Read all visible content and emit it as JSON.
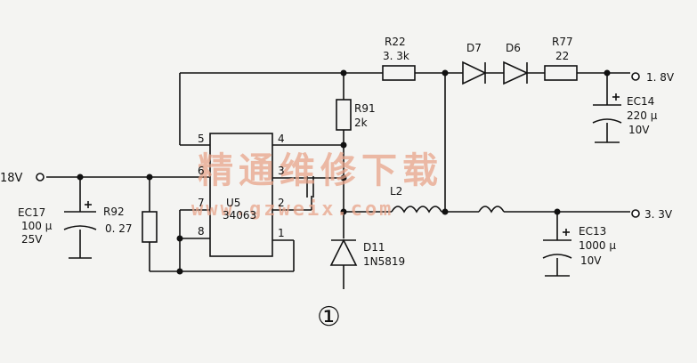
{
  "header_text": "",
  "labels": {
    "input_voltage": "18V",
    "ec17": {
      "ref": "EC17",
      "value": "100 μ",
      "voltage": "25V"
    },
    "r92": {
      "ref": "R92",
      "value": "0. 27"
    },
    "u5": {
      "ref": "U5",
      "part": "34063"
    },
    "pins": [
      "5",
      "4",
      "6",
      "3",
      "7",
      "2",
      "8",
      "1"
    ],
    "r91": {
      "ref": "R91",
      "value": "2k"
    },
    "r22": {
      "ref": "R22",
      "value": "3. 3k"
    },
    "d7": "D7",
    "d6": "D6",
    "r77": {
      "ref": "R77",
      "value": "22"
    },
    "out_18": "1. 8V",
    "ec14": {
      "ref": "EC14",
      "value": "220 μ",
      "voltage": "10V"
    },
    "l2": "L2",
    "out_33": "3. 3V",
    "ec13": {
      "ref": "EC13",
      "value": "1000 μ",
      "voltage": "10V"
    },
    "d11": {
      "ref": "D11",
      "part": "1N5819"
    },
    "figure_mark": "①"
  },
  "watermark": {
    "cn": "精通维修下载",
    "url": "www.gzweix.com"
  }
}
